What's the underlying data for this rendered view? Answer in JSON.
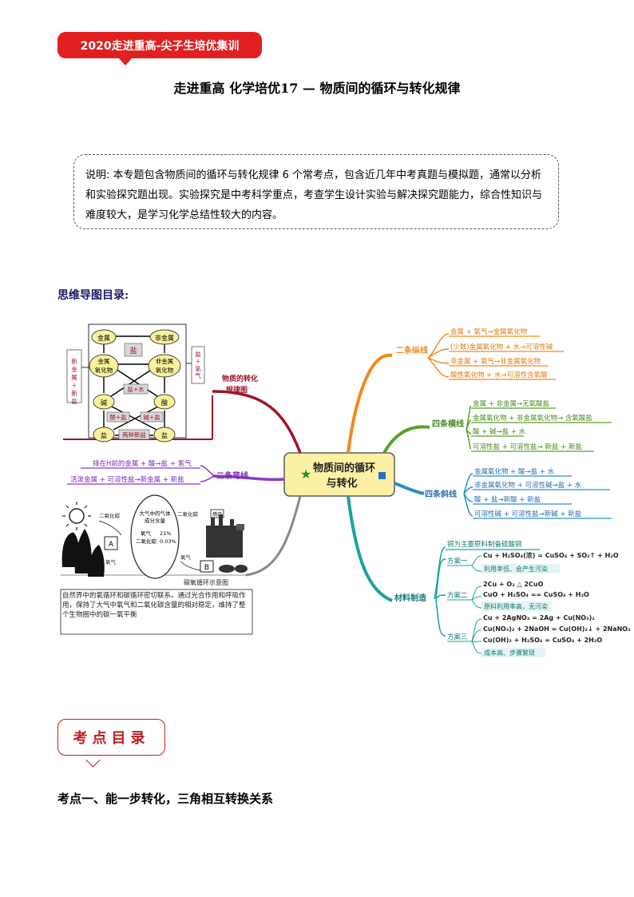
{
  "header": {
    "banner": "2020走进重高-尖子生培优集训",
    "title": "走进重高  化学培优17  —  物质间的循环与转化规律"
  },
  "note": {
    "text": "说明: 本专题包含物质间的循环与转化规律 6 个常考点，包含近几年中考真题与模拟题，通常以分析和实验探究题出现。实验探究是中考科学重点，考查学生设计实验与解决探究题能力，综合性知识与难度较大，是学习化学总结性较大的内容。"
  },
  "mindmap": {
    "label": "思维导图目录:",
    "center": {
      "line1": "物质间的循环",
      "line2": "与转化"
    },
    "branch_zongxian": {
      "label": "二条纵线",
      "items": [
        "金属 + 氧气→金属氧化物",
        "(少数)金属氧化物 + 水→可溶性碱",
        "非金属 + 氧气→非金属氧化物",
        "酸性氧化物 + 水→可溶性含氧酸"
      ]
    },
    "branch_hengxian": {
      "label": "四条横线",
      "items": [
        "金属 + 非金属→无氧酸盐",
        "金属氧化物 + 非金属氧化物→ 含氧酸盐",
        "酸 + 碱→盐 + 水",
        "可溶性盐 + 可溶性盐→ 新盐 + 新盐"
      ]
    },
    "branch_xiexian": {
      "label": "四条斜线",
      "items": [
        "金属氧化物 + 酸→盐 + 水",
        "非金属氧化物 + 可溶性碱→盐 + 水",
        "酸 + 盐→新酸 + 新盐",
        "可溶性碱 + 可溶性盐→新碱 + 新盐"
      ]
    },
    "branch_cailiao": {
      "label": "材料制造",
      "intro": "铜为主要原料制备硫酸铜",
      "plan1": {
        "label": "方案一",
        "eq": "Cu + H₂SO₄(浓) = CuSO₄ + SO₂↑ + H₂O",
        "comment": "利用率低、会产生污染"
      },
      "plan2": {
        "label": "方案二",
        "eq1": "2Cu + O₂ △ 2CuO",
        "eq2": "CuO + H₂SO₄ == CuSO₄ + H₂O",
        "comment": "原料利用率高，无污染"
      },
      "plan3": {
        "label": "方案三",
        "eq1": "Cu + 2AgNO₃ = 2Ag + Cu(NO₃)₂",
        "eq2": "Cu(NO₃)₂ + 2NaOH = Cu(OH)₂↓ + 2NaNO₃",
        "eq3": "Cu(OH)₂ + H₂SO₄ = CuSO₄ + 2H₂O",
        "comment": "成本高、步骤繁琐"
      }
    },
    "branch_wanxian": {
      "label": "二条弯线",
      "items": [
        "排在H前的金属 + 酸→盐 + 氢气",
        "活泼金属 + 可溶性盐→新金属 + 新盐"
      ]
    },
    "branch_guilv": {
      "label_line1": "物质的转化",
      "label_line2": "规律图"
    },
    "diagram": {
      "jinshu": "金属",
      "feijinshu": "非金属",
      "yan_top": "盐",
      "jinshu_oxide_1": "金属",
      "jinshu_oxide_2": "氧化物",
      "fei_oxide_1": "非金属",
      "fei_oxide_2": "氧化物",
      "yan_shui": "盐+水",
      "jian": "碱",
      "suan": "酸",
      "suan_yan": "酸+盐",
      "jian_yan": "碱+盐",
      "yan_left": "盐",
      "yan_right": "盐",
      "liangzhong": "两种新盐",
      "left_side": "新金属＋新盐",
      "right_side": "盐＋氢气"
    },
    "cycle": {
      "caption": "碳氧循环示意图",
      "desc": "自然界中的氧循环和碳循环密切联系。通过光合作用和呼吸作用，保持了大气中氧气和二氧化碳含量的相对稳定，维持了整个生物圈中的碳一氧平衡",
      "air_title_1": "大气中的气体",
      "air_title_2": "成分含量",
      "oxygen_label": "氧气",
      "oxygen_value": "21%",
      "co2_label": "二氧化碳",
      "co2_value": "0.03%",
      "co2_left": "二氧化碳",
      "co2_right": "二氧化碳",
      "o2_left": "氧气",
      "o2_right": "氧气",
      "A": "A",
      "B": "B",
      "fuel": "燃烧"
    }
  },
  "kaodian": {
    "box": "考点目录",
    "point1": "考点一、能一步转化，三角相互转换关系"
  },
  "colors": {
    "banner": "#e02020",
    "orange": "#f08a1c",
    "green": "#5aa02c",
    "blue": "#2a8fc6",
    "teal": "#19a3a0",
    "purple": "#8a3ac8",
    "grey": "#888888",
    "dark_red": "#a0142a",
    "center_fill": "#fbf0a4",
    "node_fill": "#f7f19a"
  }
}
